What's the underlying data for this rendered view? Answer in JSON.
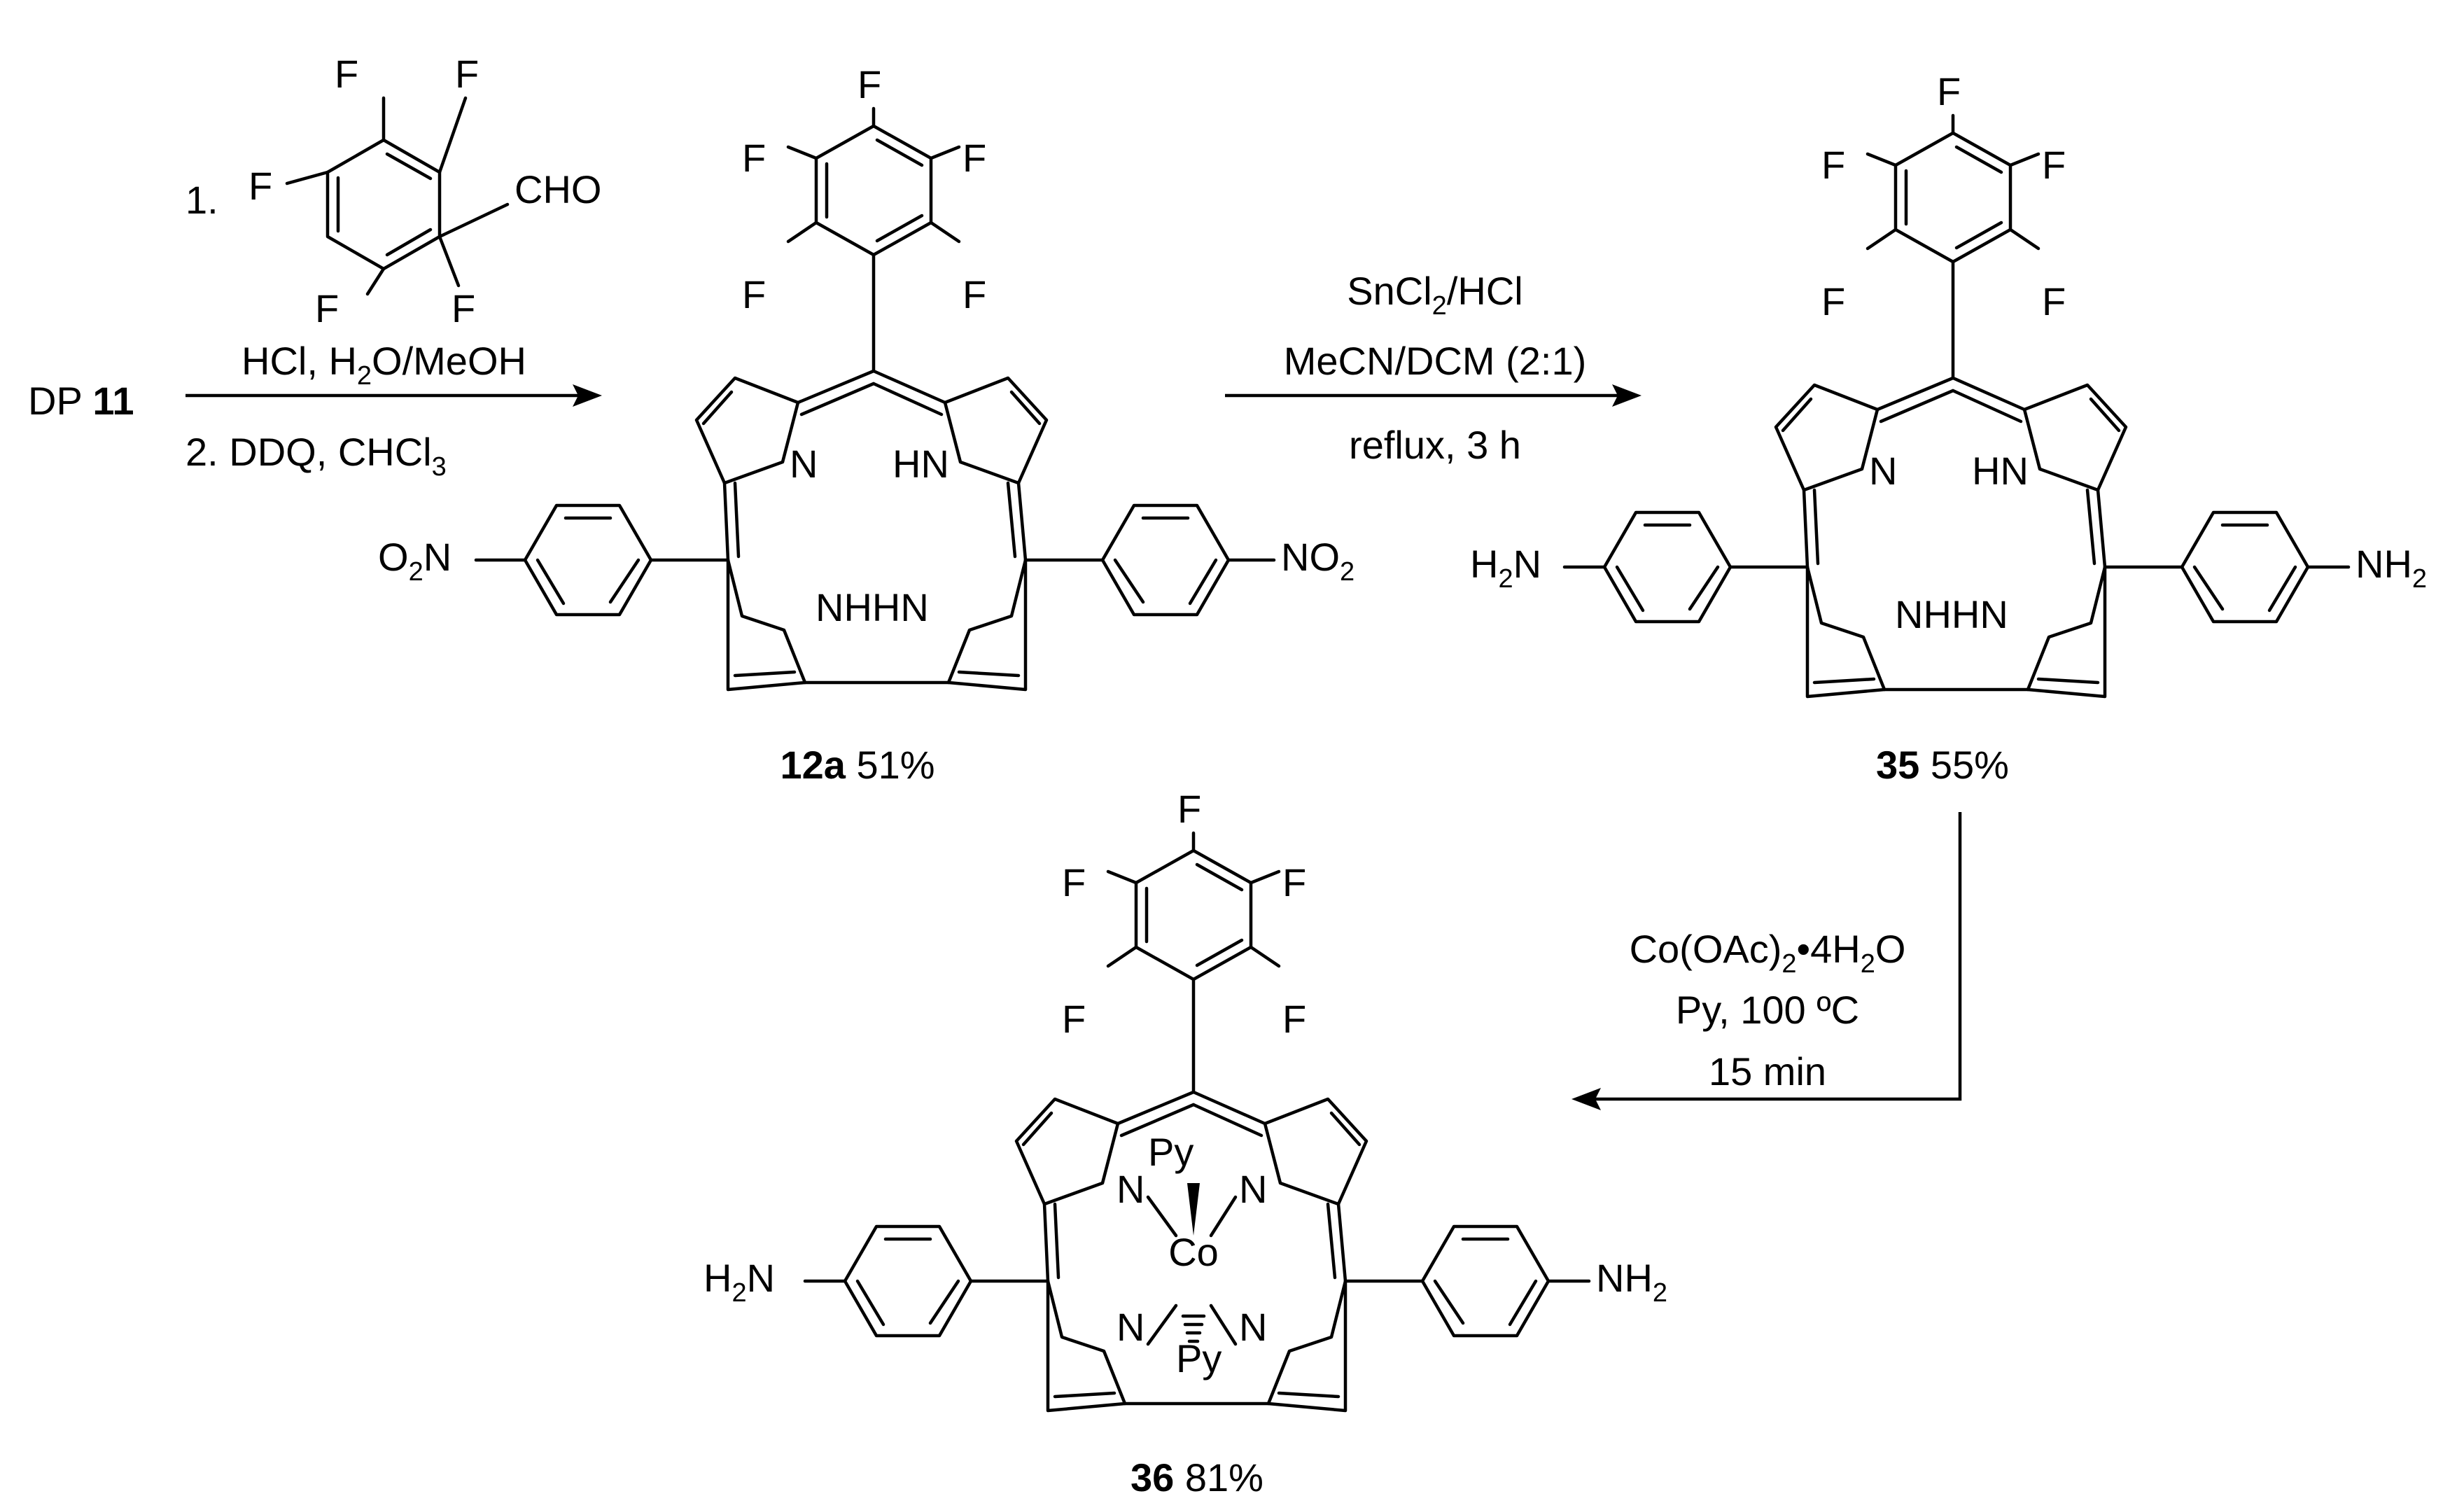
{
  "scheme": {
    "start_material": {
      "prefix": "DP",
      "number": "11"
    },
    "step1": {
      "reagent_number": "1.",
      "aldehyde": {
        "group": "CHO",
        "substituent": "F"
      },
      "conditions": [
        {
          "pre": "HCl, H",
          "sub": "2",
          "post": "O/MeOH"
        },
        {
          "pre": "2. DDQ, CHCl",
          "sub": "3",
          "post": ""
        }
      ]
    },
    "step2": {
      "conditions": [
        {
          "pre": "SnCl",
          "sub": "2",
          "post": "/HCl"
        },
        {
          "pre": "MeCN/DCM (2:1)",
          "sub": "",
          "post": ""
        },
        {
          "pre": "reflux, 3 h",
          "sub": "",
          "post": ""
        }
      ]
    },
    "step3": {
      "conditions": [
        {
          "pre": "Co(OAc)",
          "sub": "2",
          "post": "•4H",
          "sub2": "2",
          "post2": "O"
        },
        {
          "pre": "Py, 100 ºC"
        },
        {
          "pre": "15 min"
        }
      ]
    },
    "compounds": [
      {
        "id": "12a",
        "yield": "51%",
        "substituent": {
          "pre": "O",
          "sub1": "2",
          "mid": "N",
          "right_pre": "NO",
          "right_sub": "2"
        }
      },
      {
        "id": "35",
        "yield": "55%",
        "substituent": {
          "left": "H",
          "left_sub": "2",
          "left_post": "N",
          "right": "NH",
          "right_sub": "2"
        }
      },
      {
        "id": "36",
        "yield": "81%",
        "substituent": {
          "left": "H",
          "left_sub": "2",
          "left_post": "N",
          "right": "NH",
          "right_sub": "2"
        },
        "metal": "Co",
        "ligand": "Py"
      }
    ],
    "atom_labels": {
      "F": "F",
      "N": "N",
      "NH": "NH",
      "HN": "HN",
      "NHHN": "NHHN"
    }
  }
}
